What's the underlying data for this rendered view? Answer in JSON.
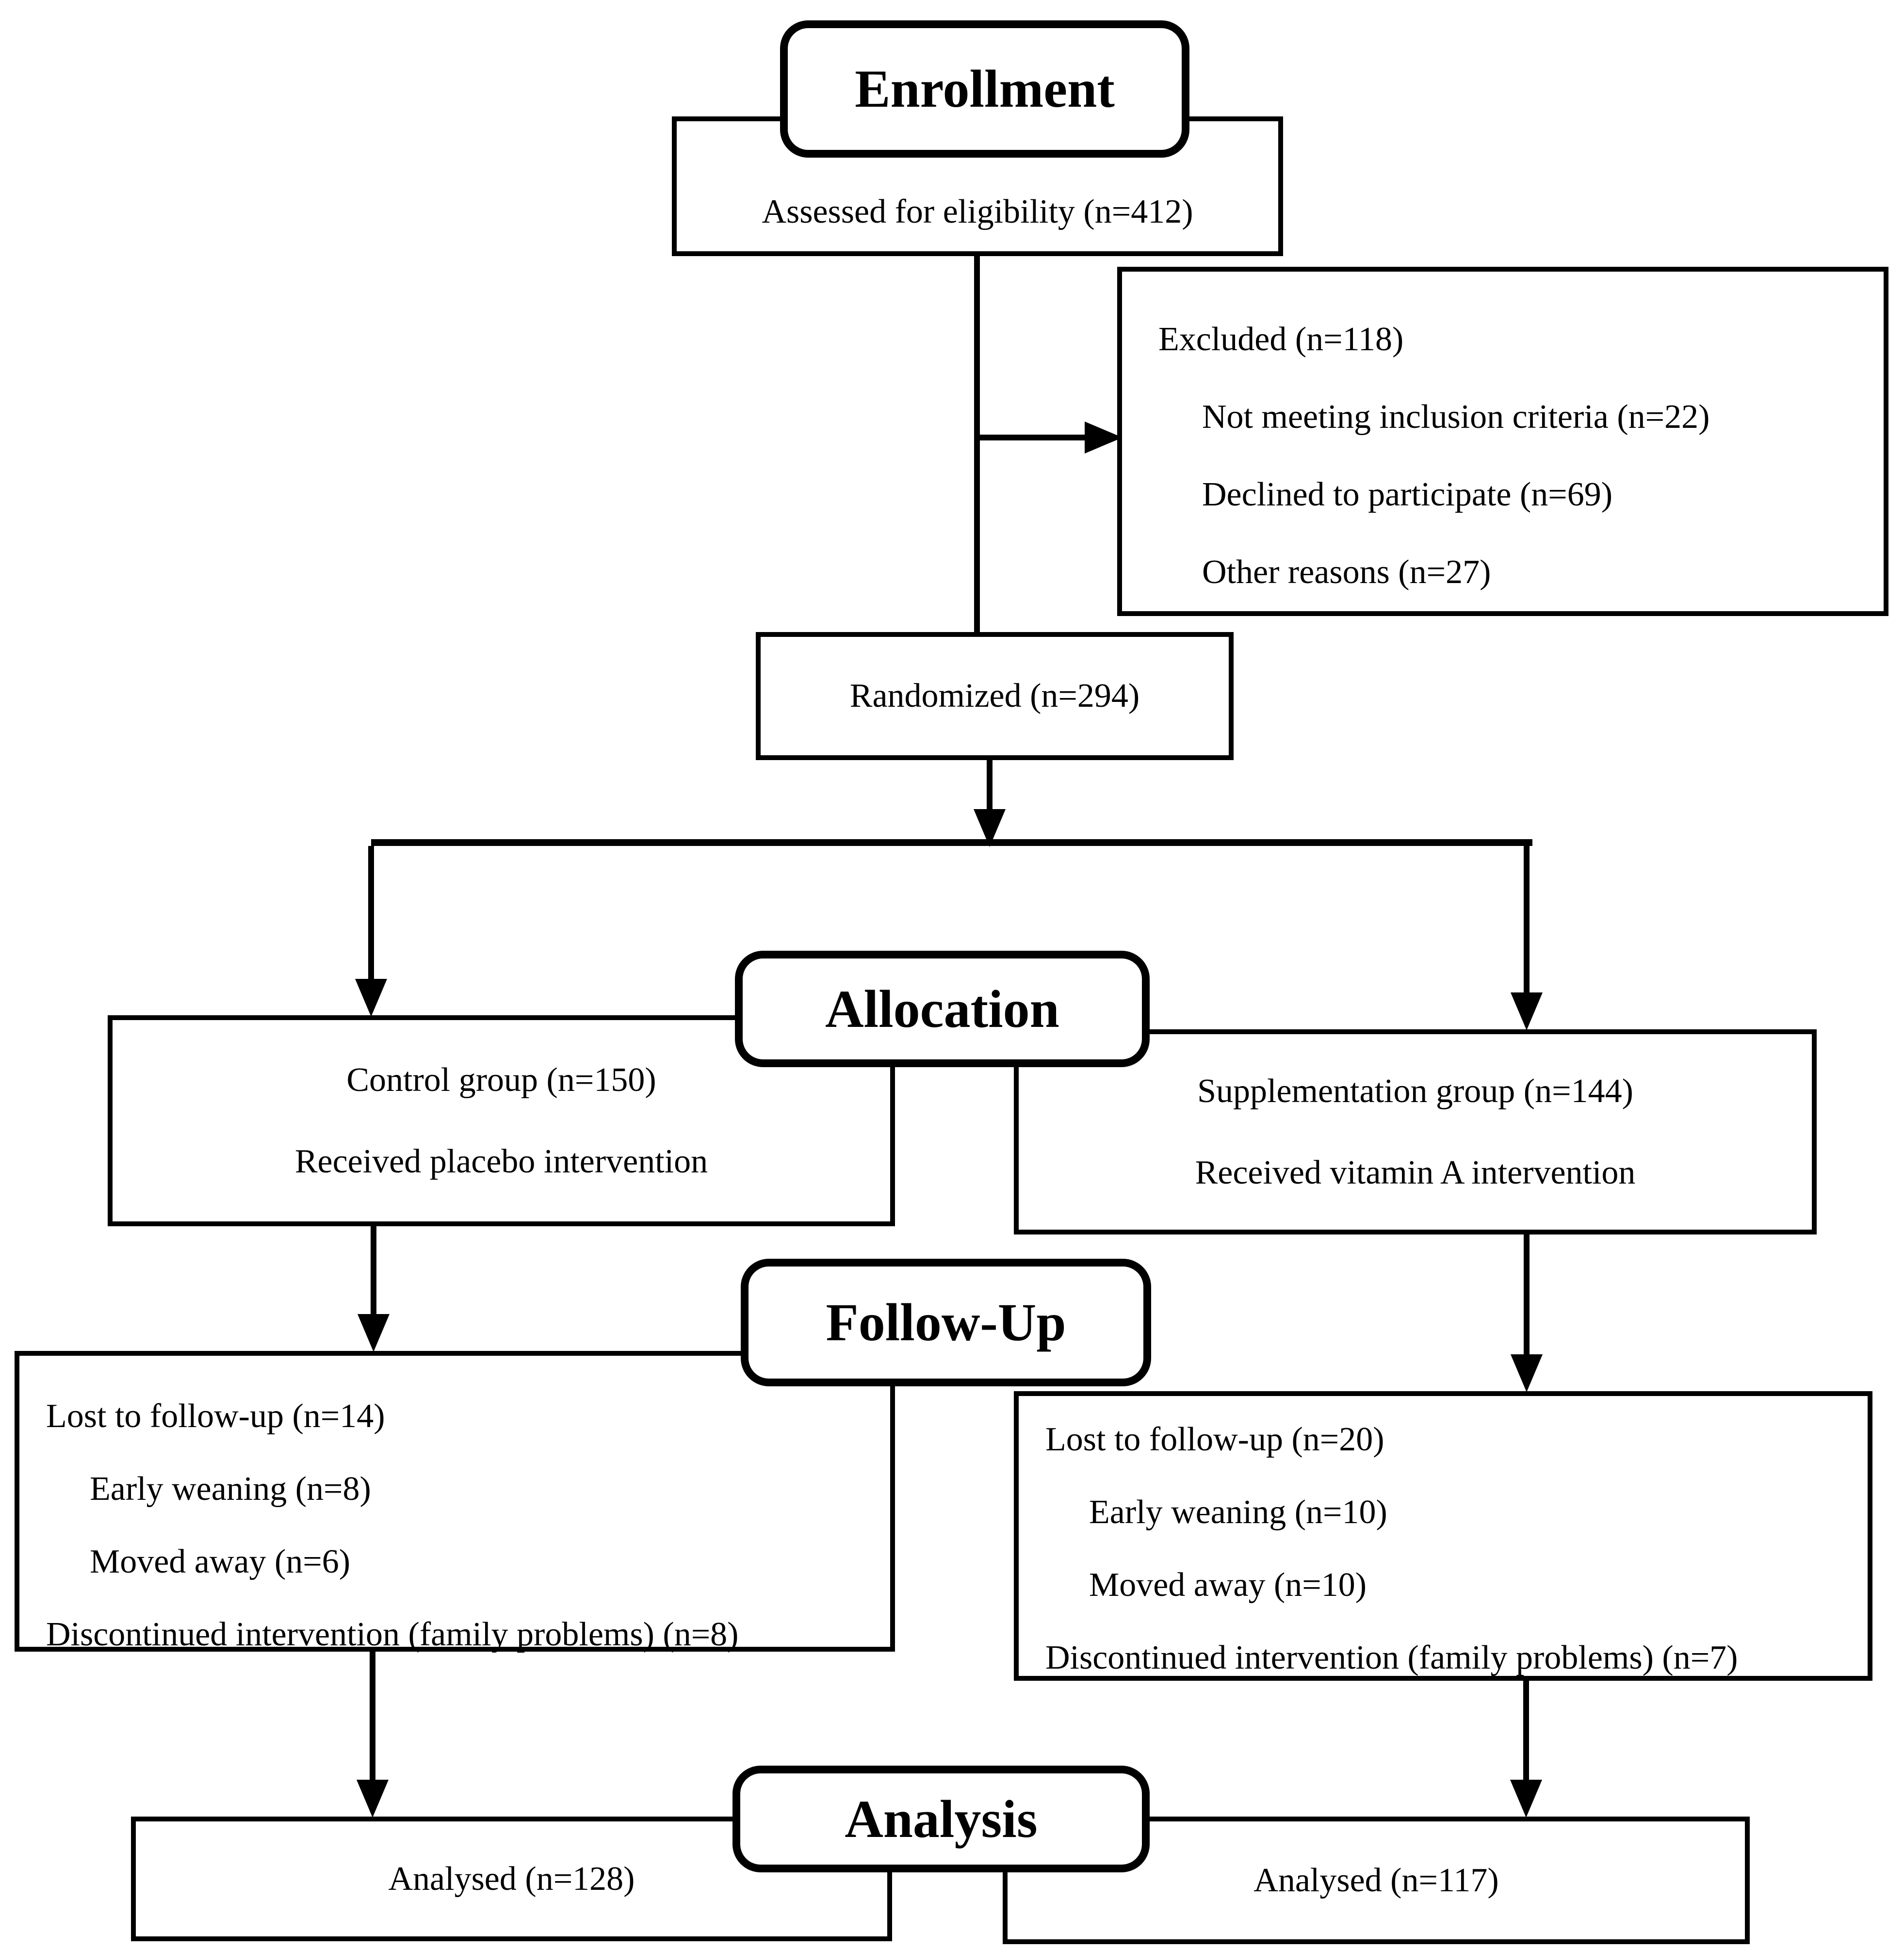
{
  "flowchart": {
    "stage_labels": {
      "enrollment": "Enrollment",
      "allocation": "Allocation",
      "follow_up": "Follow-Up",
      "analysis": "Analysis"
    },
    "enrollment": {
      "assessed": "Assessed for eligibility (n=412)",
      "excluded": {
        "lines": [
          "Excluded (n=118)",
          "Not meeting inclusion criteria (n=22)",
          "Declined to participate (n=69)",
          "Other reasons (n=27)"
        ]
      },
      "randomized": "Randomized (n=294)"
    },
    "allocation": {
      "control": {
        "lines": [
          "Control group (n=150)",
          "Received placebo intervention"
        ]
      },
      "supplementation": {
        "lines": [
          "Supplementation group (n=144)",
          "Received vitamin A intervention"
        ]
      }
    },
    "follow_up": {
      "control": {
        "lines": [
          "Lost to follow-up (n=14)",
          "Early weaning (n=8)",
          "Moved away (n=6)",
          "Discontinued intervention (family problems) (n=8)"
        ]
      },
      "supplementation": {
        "lines": [
          "Lost to follow-up (n=20)",
          "Early weaning (n=10)",
          "Moved away (n=10)",
          "Discontinued intervention (family problems) (n=7)"
        ]
      }
    },
    "analysis": {
      "control": "Analysed (n=128)",
      "supplementation": "Analysed (n=117)"
    },
    "line_color": "#000000"
  }
}
